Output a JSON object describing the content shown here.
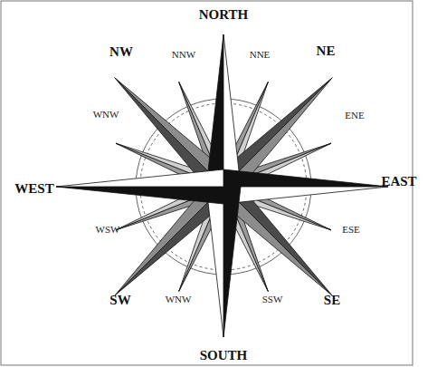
{
  "diagram": {
    "labels": [
      "NORTH",
      "NNW",
      "NNE",
      "NW",
      "NE",
      "WNW",
      "ENE",
      "WEST",
      "EAST",
      "WSW",
      "ESE",
      "SW",
      "WNW",
      "SSW",
      "SE",
      "SOUTH"
    ]
  }
}
